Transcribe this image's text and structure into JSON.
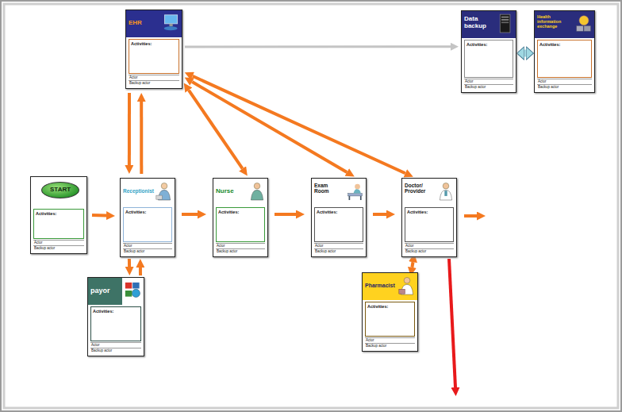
{
  "diagram": {
    "nodes": [
      {
        "text": [
          "EHR",
          "Activities:",
          "Actor",
          "Backup actor"
        ]
      },
      {
        "text": [
          "Data backup",
          "Activities:",
          "Actor",
          "Backup actor"
        ]
      },
      {
        "text": [
          "Health information exchange",
          "Activities:",
          "Actor",
          "Backup actor"
        ]
      },
      {
        "text": [
          "START",
          "Activities:",
          "Actor",
          "Backup actor"
        ]
      },
      {
        "text": [
          "Receptionist",
          "Activities:",
          "Actor",
          "Backup actor"
        ]
      },
      {
        "text": [
          "Nurse",
          "Activities:",
          "Actor",
          "Backup actor"
        ]
      },
      {
        "text": [
          "Exam Room",
          "Activities:",
          "Actor",
          "Backup actor"
        ]
      },
      {
        "text": [
          "Doctor/ Provider",
          "Activities:",
          "Actor",
          "Backup actor"
        ]
      },
      {
        "text": [
          "payor",
          "Activities:",
          "Actor",
          "Backup actor"
        ]
      },
      {
        "text": [
          "Pharmacist",
          "Activities:",
          "Actor",
          "Backup actor"
        ]
      }
    ],
    "edges": [
      {
        "from": 0,
        "to": 1,
        "arrow": "to"
      },
      {
        "from": 1,
        "to": 2,
        "arrow": "both"
      },
      {
        "from": 3,
        "to": 4,
        "arrow": "to"
      },
      {
        "from": 4,
        "to": 5,
        "arrow": "to"
      },
      {
        "from": 5,
        "to": 6,
        "arrow": "to"
      },
      {
        "from": 6,
        "to": 7,
        "arrow": "to"
      },
      {
        "from": 0,
        "to": 4,
        "arrow": "to"
      },
      {
        "from": 4,
        "to": 0,
        "arrow": "to"
      },
      {
        "from": 0,
        "to": 5,
        "arrow": "both"
      },
      {
        "from": 0,
        "to": 6,
        "arrow": "both"
      },
      {
        "from": 0,
        "to": 7,
        "arrow": "both"
      },
      {
        "from": 4,
        "to": 8,
        "arrow": "to"
      },
      {
        "from": 8,
        "to": 4,
        "arrow": "to"
      },
      {
        "from": 7,
        "to": 9,
        "arrow": "both"
      }
    ]
  }
}
